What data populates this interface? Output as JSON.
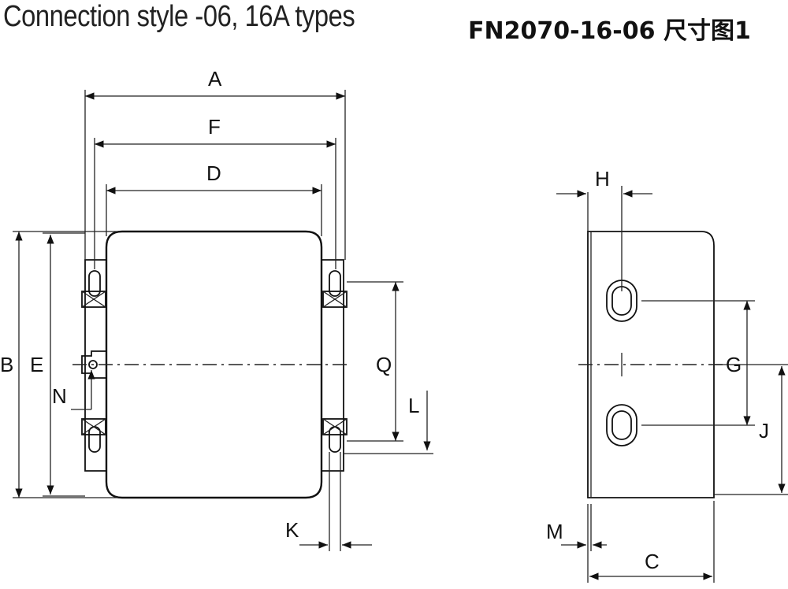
{
  "title_left": "Connection style -06, 16A types",
  "title_right": "FN2070-16-06 尺寸图1",
  "dimension_labels": {
    "A": "A",
    "F": "F",
    "D": "D",
    "B": "B",
    "E": "E",
    "N": "N",
    "Q": "Q",
    "L": "L",
    "K": "K",
    "H": "H",
    "G": "G",
    "J": "J",
    "M": "M",
    "C": "C"
  }
}
